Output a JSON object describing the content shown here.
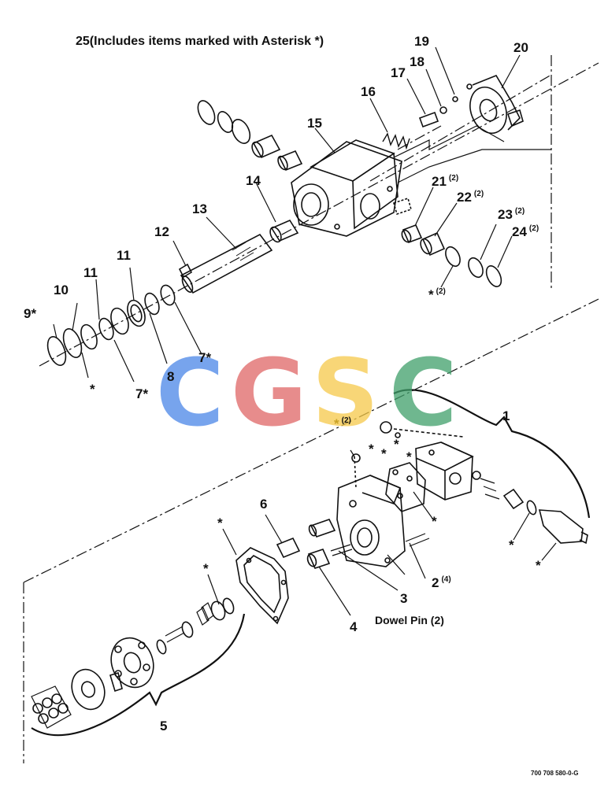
{
  "figure": {
    "title": "25(Includes items marked with Asterisk *)",
    "drawing_number": "700 708 580-0-G",
    "dowel_note": "Dowel Pin (2)",
    "item_labels": [
      {
        "id": "1",
        "text": "1",
        "qty": ""
      },
      {
        "id": "2",
        "text": "2",
        "qty": "(4)"
      },
      {
        "id": "3",
        "text": "3",
        "qty": ""
      },
      {
        "id": "4",
        "text": "4",
        "qty": ""
      },
      {
        "id": "5",
        "text": "5",
        "qty": ""
      },
      {
        "id": "6",
        "text": "6",
        "qty": ""
      },
      {
        "id": "7a",
        "text": "7*",
        "qty": ""
      },
      {
        "id": "7b",
        "text": "7*",
        "qty": ""
      },
      {
        "id": "8",
        "text": "8",
        "qty": ""
      },
      {
        "id": "9",
        "text": "9*",
        "qty": ""
      },
      {
        "id": "10",
        "text": "10",
        "qty": ""
      },
      {
        "id": "11a",
        "text": "11",
        "qty": ""
      },
      {
        "id": "11b",
        "text": "11",
        "qty": ""
      },
      {
        "id": "12",
        "text": "12",
        "qty": ""
      },
      {
        "id": "13",
        "text": "13",
        "qty": ""
      },
      {
        "id": "14",
        "text": "14",
        "qty": ""
      },
      {
        "id": "15",
        "text": "15",
        "qty": ""
      },
      {
        "id": "16",
        "text": "16",
        "qty": ""
      },
      {
        "id": "17",
        "text": "17",
        "qty": ""
      },
      {
        "id": "18",
        "text": "18",
        "qty": ""
      },
      {
        "id": "19",
        "text": "19",
        "qty": ""
      },
      {
        "id": "20",
        "text": "20",
        "qty": ""
      },
      {
        "id": "21",
        "text": "21",
        "qty": "(2)"
      },
      {
        "id": "22",
        "text": "22",
        "qty": "(2)"
      },
      {
        "id": "23",
        "text": "23",
        "qty": "(2)"
      },
      {
        "id": "24",
        "text": "24",
        "qty": "(2)"
      }
    ],
    "asterisk_marks": {
      "star": "*",
      "star_qty": "(2)"
    },
    "watermark": {
      "letters": [
        "C",
        "G",
        "S",
        "C"
      ],
      "colors": [
        "#4a86e8",
        "#e06666",
        "#f6c94a",
        "#3f9f6a"
      ]
    }
  }
}
